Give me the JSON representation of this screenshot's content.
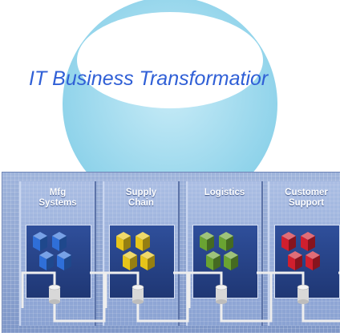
{
  "title": "IT Business Transformatior",
  "columns": [
    {
      "label": "Mfg\nSystems",
      "cube_color": "#2f6fd8"
    },
    {
      "label": "Supply\nChain",
      "cube_color": "#e6c41a"
    },
    {
      "label": "Logistics",
      "cube_color": "#6aa332"
    },
    {
      "label": "Customer\nSupport",
      "cube_color": "#d01f2e"
    }
  ]
}
